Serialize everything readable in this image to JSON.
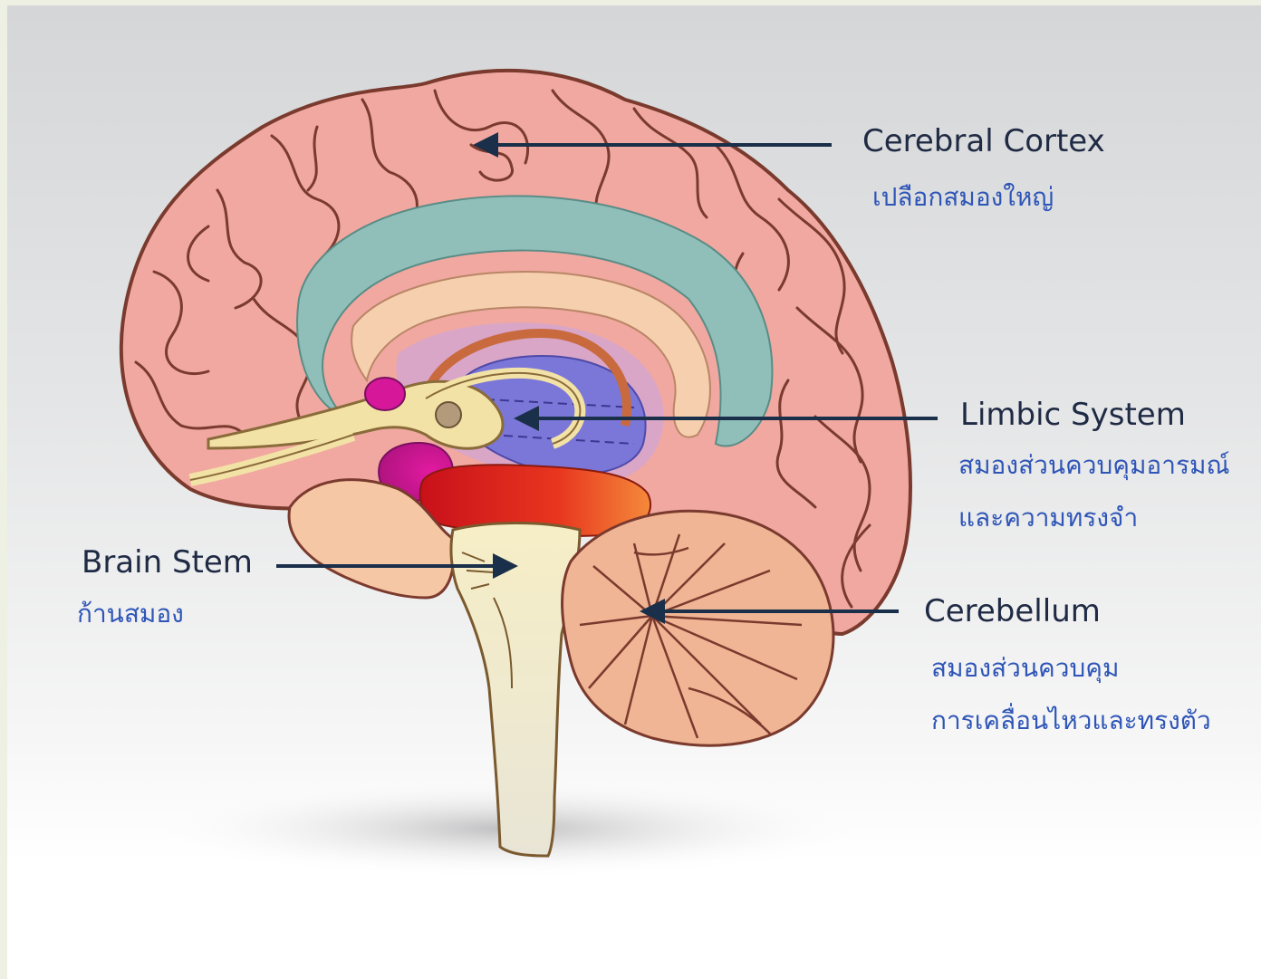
{
  "labels": {
    "cerebral_cortex": {
      "name": "Cerebral Cortex",
      "thai": "เปลือกสมองใหญ่"
    },
    "limbic_system": {
      "name": "Limbic System",
      "thai_line1": "สมองส่วนควบคุมอารมณ์",
      "thai_line2": "และความทรงจำ"
    },
    "brain_stem": {
      "name": "Brain Stem",
      "thai": "ก้านสมอง"
    },
    "cerebellum": {
      "name": "Cerebellum",
      "thai_line1": "สมองส่วนควบคุม",
      "thai_line2": "การเคลื่อนไหวและทรงตัว"
    }
  },
  "colors": {
    "cortex": "#f0a8a0",
    "cortex_outline": "#7a3a2e",
    "corpus_callosum_band": "#8fbfb8",
    "cingulate": "#f6cfae",
    "thalamus": "#7b77d8",
    "hippocampus": "#d81f1f",
    "amygdala": "#d6179a",
    "fornix": "#f3e2a6",
    "brain_stem": "#f5ecc5",
    "cerebellum": "#f0b594",
    "arrow": "#1a2f4a",
    "english_label": "#1f2a44",
    "thai_label": "#2e55b7"
  }
}
